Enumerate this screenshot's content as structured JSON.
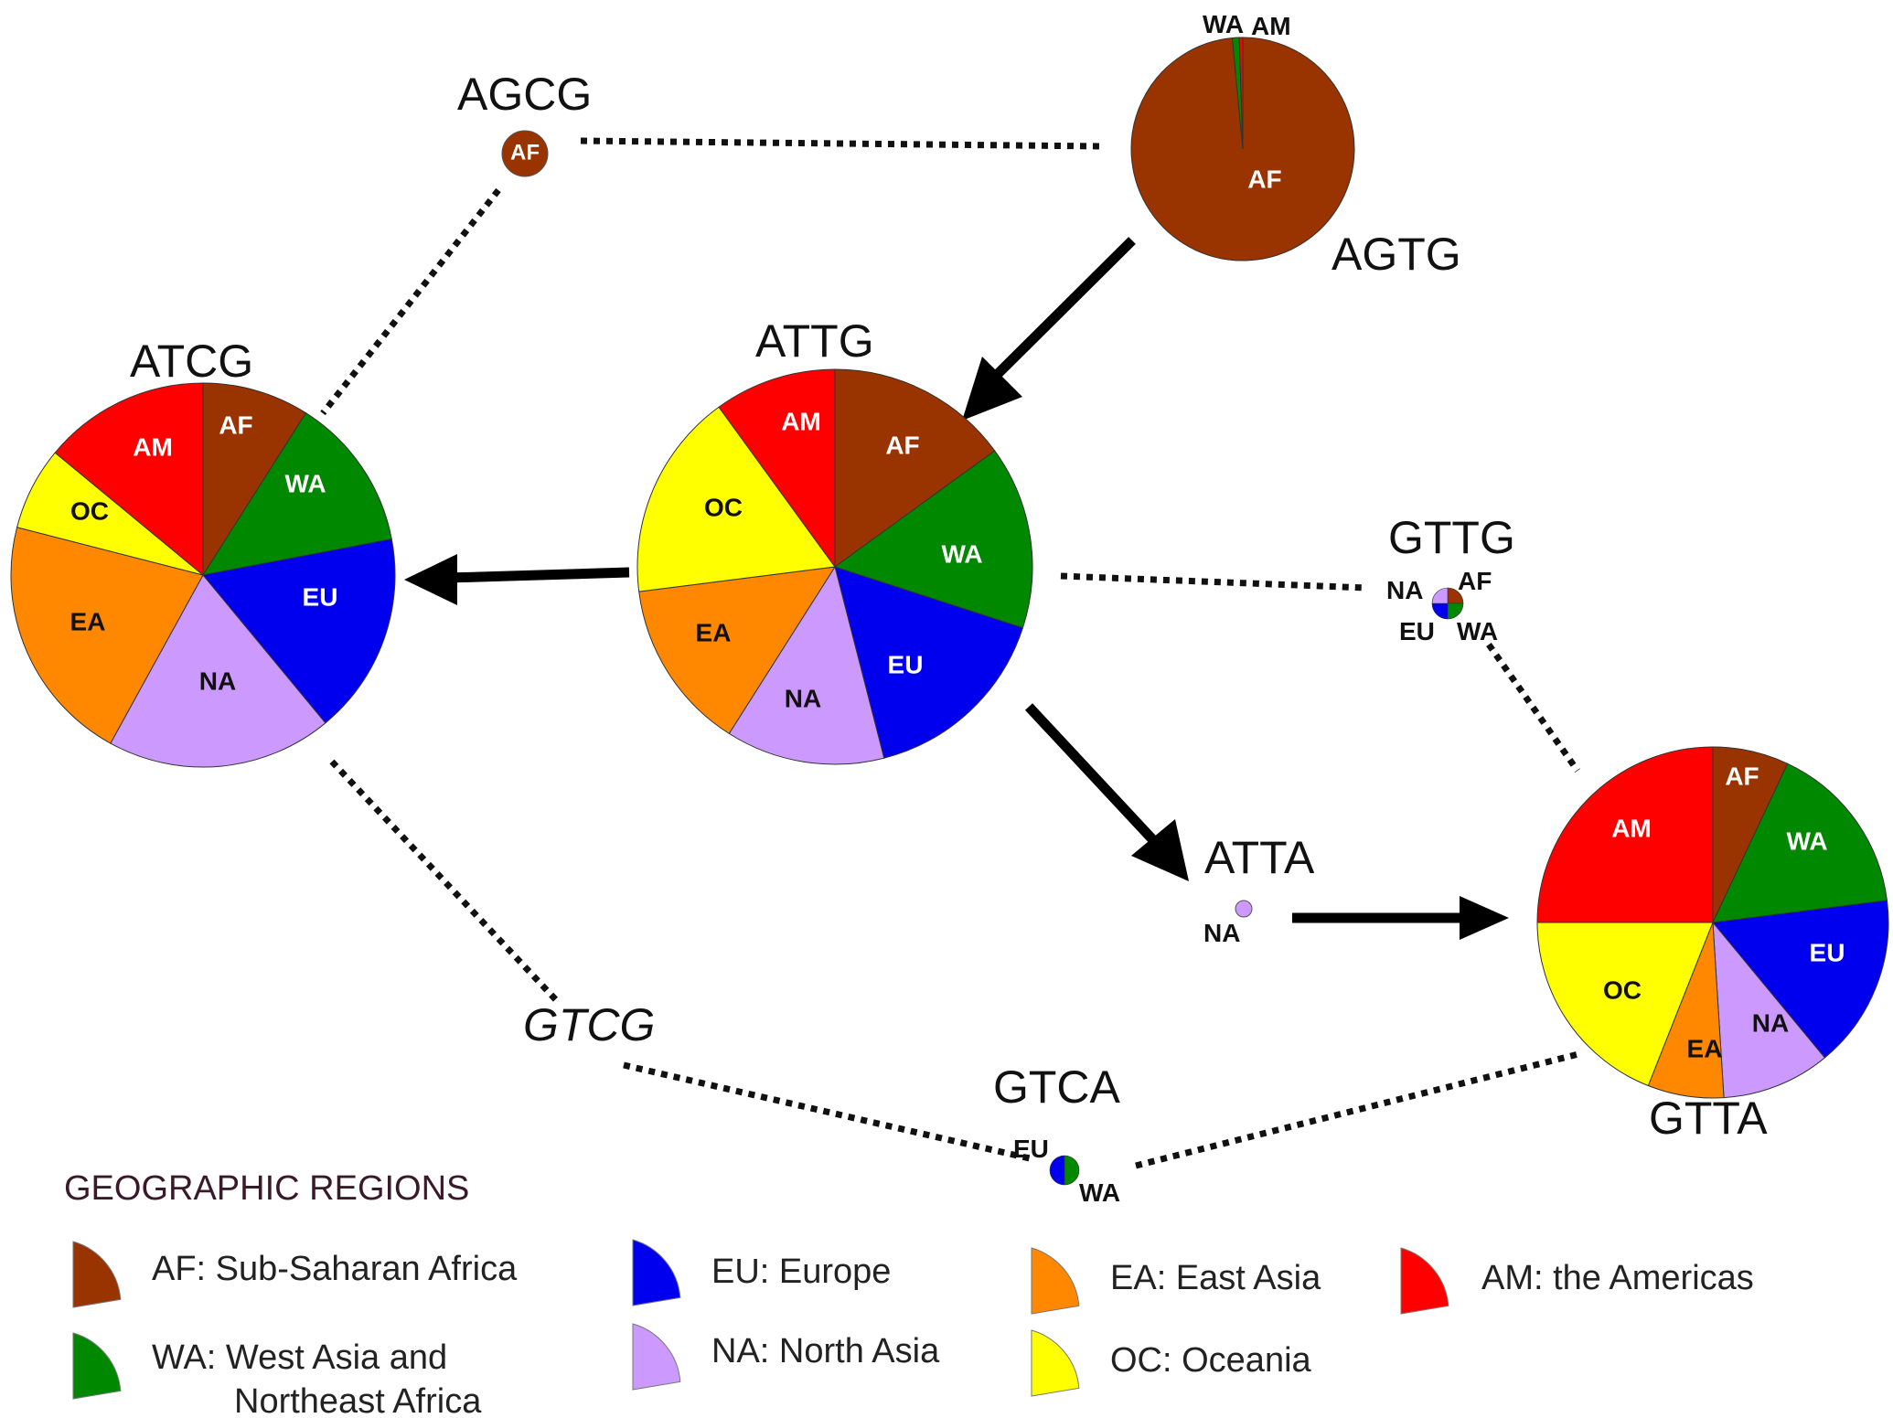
{
  "colors": {
    "AF": "#993300",
    "WA": "#008800",
    "EU": "#0000ee",
    "NA": "#cc99ff",
    "EA": "#ff8800",
    "OC": "#ffff00",
    "AM": "#ff0000"
  },
  "haplotypes": {
    "agcg": {
      "name": "AGCG",
      "slice_labels": [
        "AF"
      ]
    },
    "agtg": {
      "name": "AGTG",
      "slice_labels": [
        "AF",
        "WA",
        "AM"
      ]
    },
    "atcg": {
      "name": "ATCG",
      "slice_labels": [
        "AF",
        "WA",
        "EU",
        "NA",
        "EA",
        "OC",
        "AM"
      ]
    },
    "attg": {
      "name": "ATTG",
      "slice_labels": [
        "AF",
        "WA",
        "EU",
        "NA",
        "EA",
        "OC",
        "AM"
      ]
    },
    "gttg": {
      "name": "GTTG",
      "slice_labels": [
        "NA",
        "AF",
        "EU",
        "WA"
      ]
    },
    "atta": {
      "name": "ATTA",
      "slice_labels": [
        "NA"
      ]
    },
    "gtta": {
      "name": "GTTA",
      "slice_labels": [
        "AF",
        "WA",
        "EU",
        "NA",
        "EA",
        "OC",
        "AM"
      ]
    },
    "gtcg": {
      "name": "GTCG"
    },
    "gtca": {
      "name": "GTCA",
      "slice_labels": [
        "EU",
        "WA"
      ]
    }
  },
  "pie_fractions": {
    "agcg": {
      "AF": 1
    },
    "agtg": {
      "AF": 0.985,
      "WA": 0.01,
      "AM": 0.005
    },
    "atcg": {
      "AF": 0.09,
      "WA": 0.13,
      "EU": 0.17,
      "NA": 0.19,
      "EA": 0.21,
      "OC": 0.07,
      "AM": 0.14
    },
    "attg": {
      "AF": 0.15,
      "WA": 0.15,
      "EU": 0.16,
      "NA": 0.13,
      "EA": 0.14,
      "OC": 0.17,
      "AM": 0.1
    },
    "gttg": {
      "AF": 0.25,
      "WA": 0.25,
      "EU": 0.25,
      "NA": 0.25
    },
    "atta": {
      "NA": 1
    },
    "gtta": {
      "AF": 0.07,
      "WA": 0.16,
      "EU": 0.16,
      "NA": 0.1,
      "EA": 0.07,
      "OC": 0.19,
      "AM": 0.25
    },
    "gtca": {
      "EU": 0.5,
      "WA": 0.5
    }
  },
  "legend": {
    "title": "GEOGRAPHIC REGIONS",
    "items": [
      {
        "code": "AF",
        "line1": "AF: Sub-Saharan Africa",
        "line2": ""
      },
      {
        "code": "WA",
        "line1": "WA: West Asia and",
        "line2": "Northeast Africa"
      },
      {
        "code": "EU",
        "line1": "EU: Europe",
        "line2": ""
      },
      {
        "code": "NA",
        "line1": "NA: North Asia",
        "line2": ""
      },
      {
        "code": "EA",
        "line1": "EA: East Asia",
        "line2": ""
      },
      {
        "code": "OC",
        "line1": "OC: Oceania",
        "line2": ""
      },
      {
        "code": "AM",
        "line1": "AM: the Americas",
        "line2": ""
      }
    ]
  }
}
